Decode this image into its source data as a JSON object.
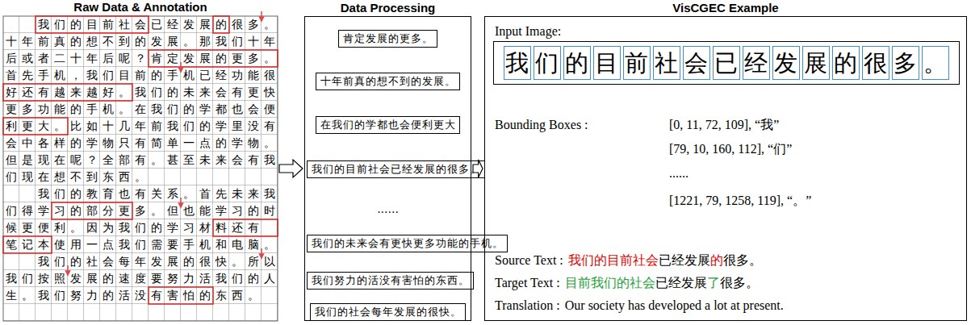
{
  "diagram": {
    "nodes": [
      {
        "text": [
          "Raw Data & Annotation",
          "　　我们的目前社会已经发展的很多。",
          "十年前真的想不到的发展。那我们十年",
          "后或者二十年后呢？肯定发展的更多。",
          "首先手机，我们目前的手机已经功能很",
          "好还有越来越好。我们的未来会有更快",
          "更多功能的手机。在我们的学都也会便",
          "利更大。比如十几年前我们的学里没有",
          "会中各样的学物只有简单一点的学物。",
          "但是现在呢？全部有。甚至未来会有我",
          "们现在想不到东西。",
          "　　我们的教育也有关系。首先未来我",
          "们得学习的部分更多。但也能学习的时",
          "候更便利。因为我们的学习材料还有",
          "笔记本使用一点我们需要手机和电脑。",
          "　　我们的社会每年发展的很快。所以",
          "我们按照发展的速度要努力活我们的人",
          "生。我们努力的活没有害怕的东西。"
        ]
      },
      {
        "text": [
          "Data Processing",
          "......"
        ]
      },
      {
        "text": [
          "肯定发展的更多。"
        ],
        "in": 1
      },
      {
        "text": [
          "十年前真的想不到的发展。"
        ],
        "in": 1
      },
      {
        "text": [
          "在我们的学都也会便利更大"
        ],
        "in": 1
      },
      {
        "text": [
          "我们的目前社会已经发展的很多。"
        ],
        "in": 1
      },
      {
        "text": [
          "我们的未来会有更快更多功能的手机。"
        ],
        "in": 1
      },
      {
        "text": [
          "我们努力的活没有害怕的东西。"
        ],
        "in": 1
      },
      {
        "text": [
          "我们的社会每年发展的很快。"
        ],
        "in": 1
      },
      {
        "text": [
          "VisCGEC Example",
          "Input Image:",
          "Bounding Boxes :",
          "[0, 11, 72, 109], “我”",
          "[79, 10, 160, 112], “们”",
          "......",
          "[1221, 79, 1258, 119], “。”",
          "Source Text :",
          "我们的目前社会已经发展的很多。",
          "Target Text :",
          "目前我们的社会已经发展了很多。",
          "Translation :",
          "Our society has developed a lot at present."
        ]
      },
      {
        "text": [
          "我们的目前社会已经发展的很多。"
        ],
        "in": 9
      }
    ],
    "edges": [
      {
        "from": 0,
        "to": 1,
        "arrow": "to"
      },
      {
        "from": 1,
        "to": 9,
        "arrow": "to"
      }
    ]
  }
}
